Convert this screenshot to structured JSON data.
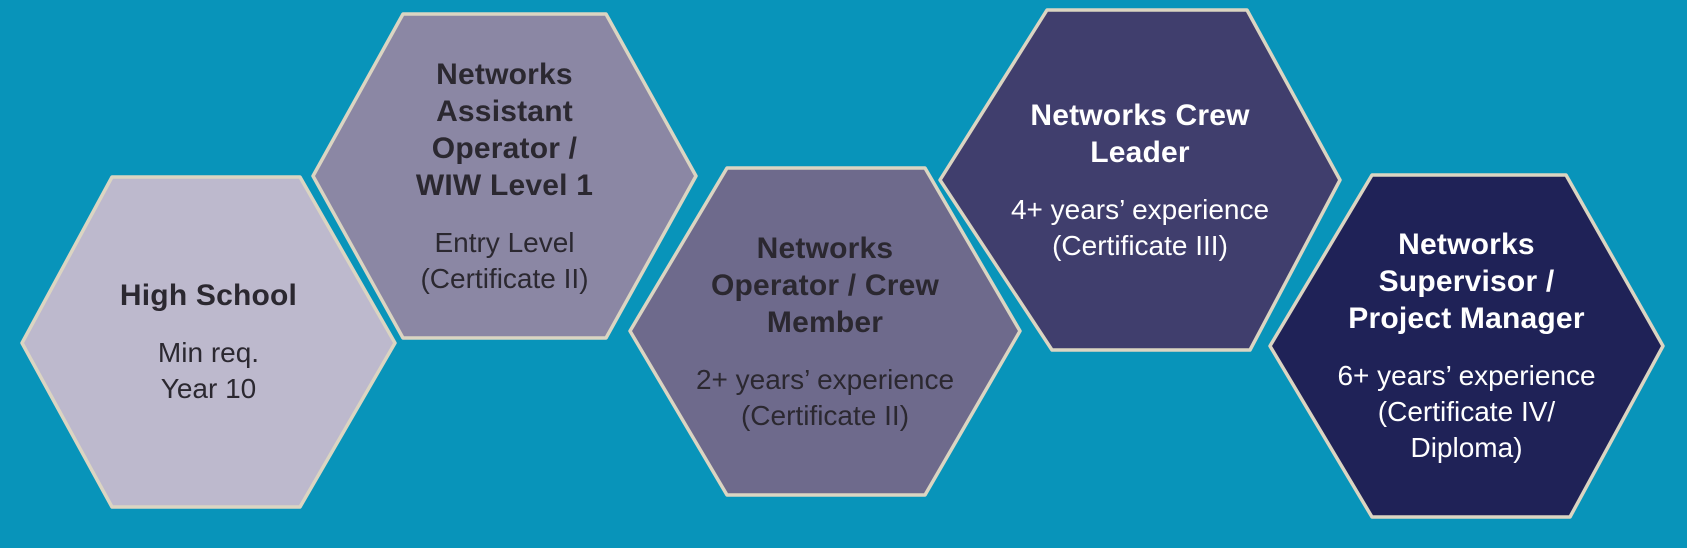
{
  "diagram": {
    "background_color": "#0894ba",
    "hex_border_color": "#dbd5c2"
  },
  "stages": [
    {
      "title": "High School",
      "subtitle": "Min req.\nYear 10",
      "fill": "#bdb9cd",
      "text_color": "#2b2830"
    },
    {
      "title": "Networks\nAssistant\nOperator /\nWIW Level 1",
      "subtitle": "Entry Level\n(Certificate II)",
      "fill": "#8b87a4",
      "text_color": "#2b2830"
    },
    {
      "title": "Networks\nOperator / Crew\nMember",
      "subtitle": "2+ years’ experience\n(Certificate II)",
      "fill": "#6e6a8c",
      "text_color": "#2b2830"
    },
    {
      "title": "Networks Crew\nLeader",
      "subtitle": "4+ years’ experience\n(Certificate III)",
      "fill": "#403e6d",
      "text_color": "#ffffff"
    },
    {
      "title": "Networks\nSupervisor /\nProject Manager",
      "subtitle": "6+ years’ experience\n(Certificate IV/\nDiploma)",
      "fill": "#1f2257",
      "text_color": "#ffffff"
    }
  ]
}
